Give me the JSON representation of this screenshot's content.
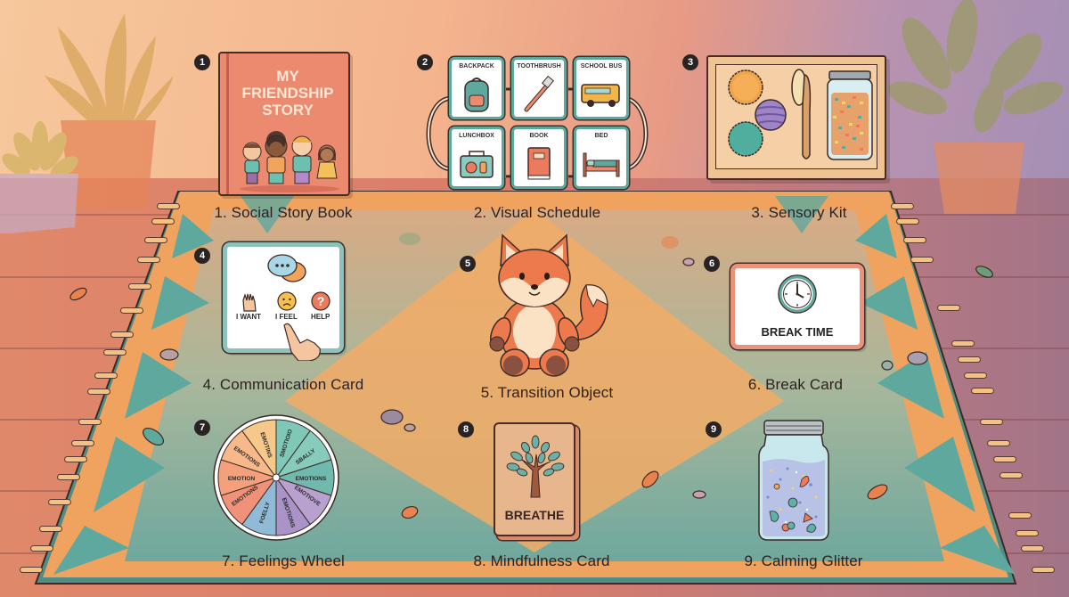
{
  "scene": {
    "title": "Calming tools for children on a rug",
    "colors": {
      "rug_teal": "#5fa89e",
      "rug_orange": "#f0a35e",
      "rug_center": "#9fb59b",
      "accent_coral": "#ec8a70",
      "badge": "#2a2323"
    }
  },
  "items": [
    {
      "number": "1",
      "caption": "1. Social Story Book",
      "icon": "book-icon",
      "book_title": [
        "MY",
        "FRIENDSHIP",
        "STORY"
      ]
    },
    {
      "number": "2",
      "caption": "2. Visual Schedule",
      "icon": "schedule-icon",
      "cards": [
        {
          "label": "BACKPACK",
          "icon": "backpack-icon"
        },
        {
          "label": "TOOTHBRUSH",
          "icon": "toothbrush-icon"
        },
        {
          "label": "SCHOOL BUS",
          "icon": "school-bus-icon"
        },
        {
          "label": "LUNCHBOX",
          "icon": "lunchbox-icon"
        },
        {
          "label": "BOOK",
          "icon": "book-icon"
        },
        {
          "label": "BED",
          "icon": "bed-icon"
        }
      ]
    },
    {
      "number": "3",
      "caption": "3. Sensory Kit",
      "icon": "sensory-kit-icon",
      "contents": [
        "spiky orange ball",
        "striped purple ball",
        "spiky teal ball",
        "brush",
        "sensory jar"
      ]
    },
    {
      "number": "4",
      "caption": "4. Communication Card",
      "icon": "communication-card-icon",
      "options": [
        "I WANT",
        "I FEEL",
        "HELP"
      ]
    },
    {
      "number": "5",
      "caption": "5. Transition Object",
      "icon": "fox-plush-icon"
    },
    {
      "number": "6",
      "caption": "6. Break Card",
      "icon": "clock-icon",
      "card_text": "BREAK TIME"
    },
    {
      "number": "7",
      "caption": "7. Feelings Wheel",
      "icon": "feelings-wheel-icon",
      "segments": [
        {
          "label": "EMOTINS",
          "color": "#f6c98a"
        },
        {
          "label": "SMOTIOIO",
          "color": "#7fc8b8"
        },
        {
          "label": "SBALLY",
          "color": "#86cbbb"
        },
        {
          "label": "EMOTIONS",
          "color": "#6fb9ad"
        },
        {
          "label": "EMOTIOVE",
          "color": "#b8a0cf"
        },
        {
          "label": "EMOTIONS",
          "color": "#a993c8"
        },
        {
          "label": "FOELLY",
          "color": "#8fbbd6"
        },
        {
          "label": "EMOTIONS",
          "color": "#f0917a"
        },
        {
          "label": "EMOTION",
          "color": "#f4a07c"
        },
        {
          "label": "EMOTIONS",
          "color": "#f7b98a"
        }
      ]
    },
    {
      "number": "8",
      "caption": "8. Mindfulness Card",
      "icon": "tree-icon",
      "card_text": "BREATHE"
    },
    {
      "number": "9",
      "caption": "9. Calming Glitter",
      "icon": "glitter-jar-icon"
    }
  ]
}
